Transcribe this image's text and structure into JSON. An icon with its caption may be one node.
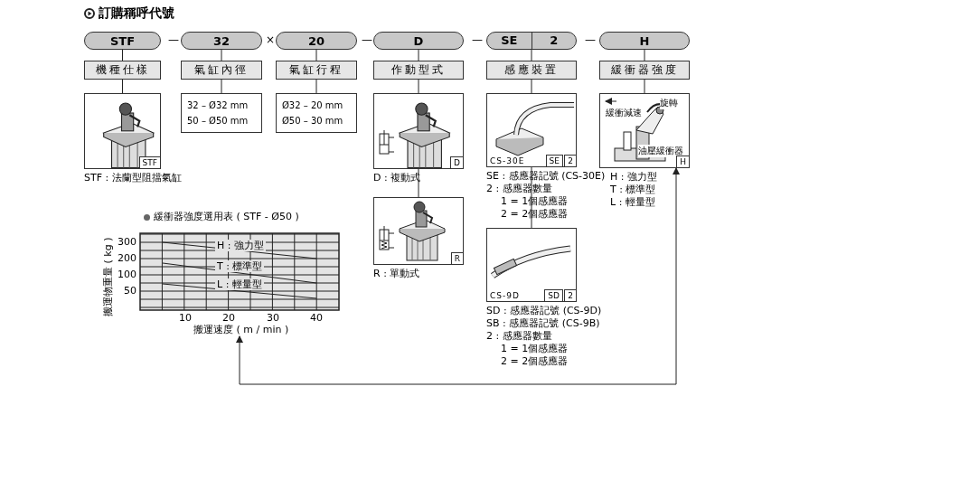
{
  "diagram": {
    "title": "訂購稱呼代號",
    "nodes": [
      {
        "text": [
          "STF"
        ]
      },
      {
        "text": [
          "32"
        ]
      },
      {
        "text": [
          "20"
        ]
      },
      {
        "text": [
          "D"
        ]
      },
      {
        "text": [
          "SE",
          "2"
        ]
      },
      {
        "text": [
          "H"
        ]
      },
      {
        "text": [
          "機種仕樣"
        ]
      },
      {
        "text": [
          "氣缸內徑"
        ]
      },
      {
        "text": [
          "氣缸行程"
        ]
      },
      {
        "text": [
          "作動型式"
        ]
      },
      {
        "text": [
          "感應裝置"
        ]
      },
      {
        "text": [
          "緩衝器強度"
        ]
      },
      {
        "text": [
          "STF"
        ],
        "beside": [
          "STF : 法蘭型阻擋氣缸"
        ]
      },
      {
        "text": [
          "32 – Ø32 mm",
          "50 – Ø50 mm"
        ]
      },
      {
        "text": [
          "Ø32 – 20 mm",
          "Ø50 – 30 mm"
        ]
      },
      {
        "text": [
          "D"
        ],
        "beside": [
          "D : 複動式"
        ]
      },
      {
        "text": [
          "R"
        ],
        "beside": [
          "R : 單動式"
        ]
      },
      {
        "text": [
          "CS-30E",
          "SE",
          "2"
        ],
        "beside": [
          "SE : 感應器記號 (CS-30E)",
          "2 : 感應器數量",
          "1 = 1個感應器",
          "2 = 2個感應器"
        ]
      },
      {
        "text": [
          "CS-9D",
          "SD",
          "2"
        ],
        "beside": [
          "SD : 感應器記號 (CS-9D)",
          "SB : 感應器記號 (CS-9B)",
          "2 : 感應器數量",
          "1 = 1個感應器",
          "2 = 2個感應器"
        ]
      },
      {
        "text": [
          "緩衝減速",
          "旋轉",
          "油壓緩衝器",
          "H"
        ],
        "beside": [
          "H : 強力型",
          "T : 標準型",
          "L : 輕量型"
        ]
      },
      {
        "text": [],
        "shape": "chart"
      }
    ],
    "edges": [
      {
        "from": 0,
        "to": 6,
        "arrow": "none"
      },
      {
        "from": 6,
        "to": 12,
        "arrow": "none"
      },
      {
        "from": 1,
        "to": 7,
        "arrow": "none"
      },
      {
        "from": 7,
        "to": 13,
        "arrow": "none"
      },
      {
        "from": 2,
        "to": 8,
        "arrow": "none"
      },
      {
        "from": 8,
        "to": 14,
        "arrow": "none"
      },
      {
        "from": 3,
        "to": 9,
        "arrow": "none"
      },
      {
        "from": 9,
        "to": 15,
        "arrow": "none"
      },
      {
        "from": 15,
        "to": 16,
        "arrow": "none"
      },
      {
        "from": 4,
        "to": 10,
        "arrow": "none"
      },
      {
        "from": 10,
        "to": 17,
        "arrow": "none"
      },
      {
        "from": 17,
        "to": 18,
        "arrow": "none"
      },
      {
        "from": 5,
        "to": 11,
        "arrow": "none"
      },
      {
        "from": 11,
        "to": 19,
        "arrow": "none"
      },
      {
        "from": 19,
        "to": 20,
        "arrow": "both"
      }
    ],
    "labels": [
      "—",
      "×",
      "—",
      "—",
      "—",
      "緩衝器強度選用表 ( STF - Ø50 )",
      "300",
      "200",
      "100",
      "50",
      "H : 強力型",
      "T : 標準型",
      "L : 輕量型",
      "搬運物重量 ( kg )",
      "10",
      "20",
      "30",
      "40",
      "搬運速度 ( m / min )"
    ]
  }
}
